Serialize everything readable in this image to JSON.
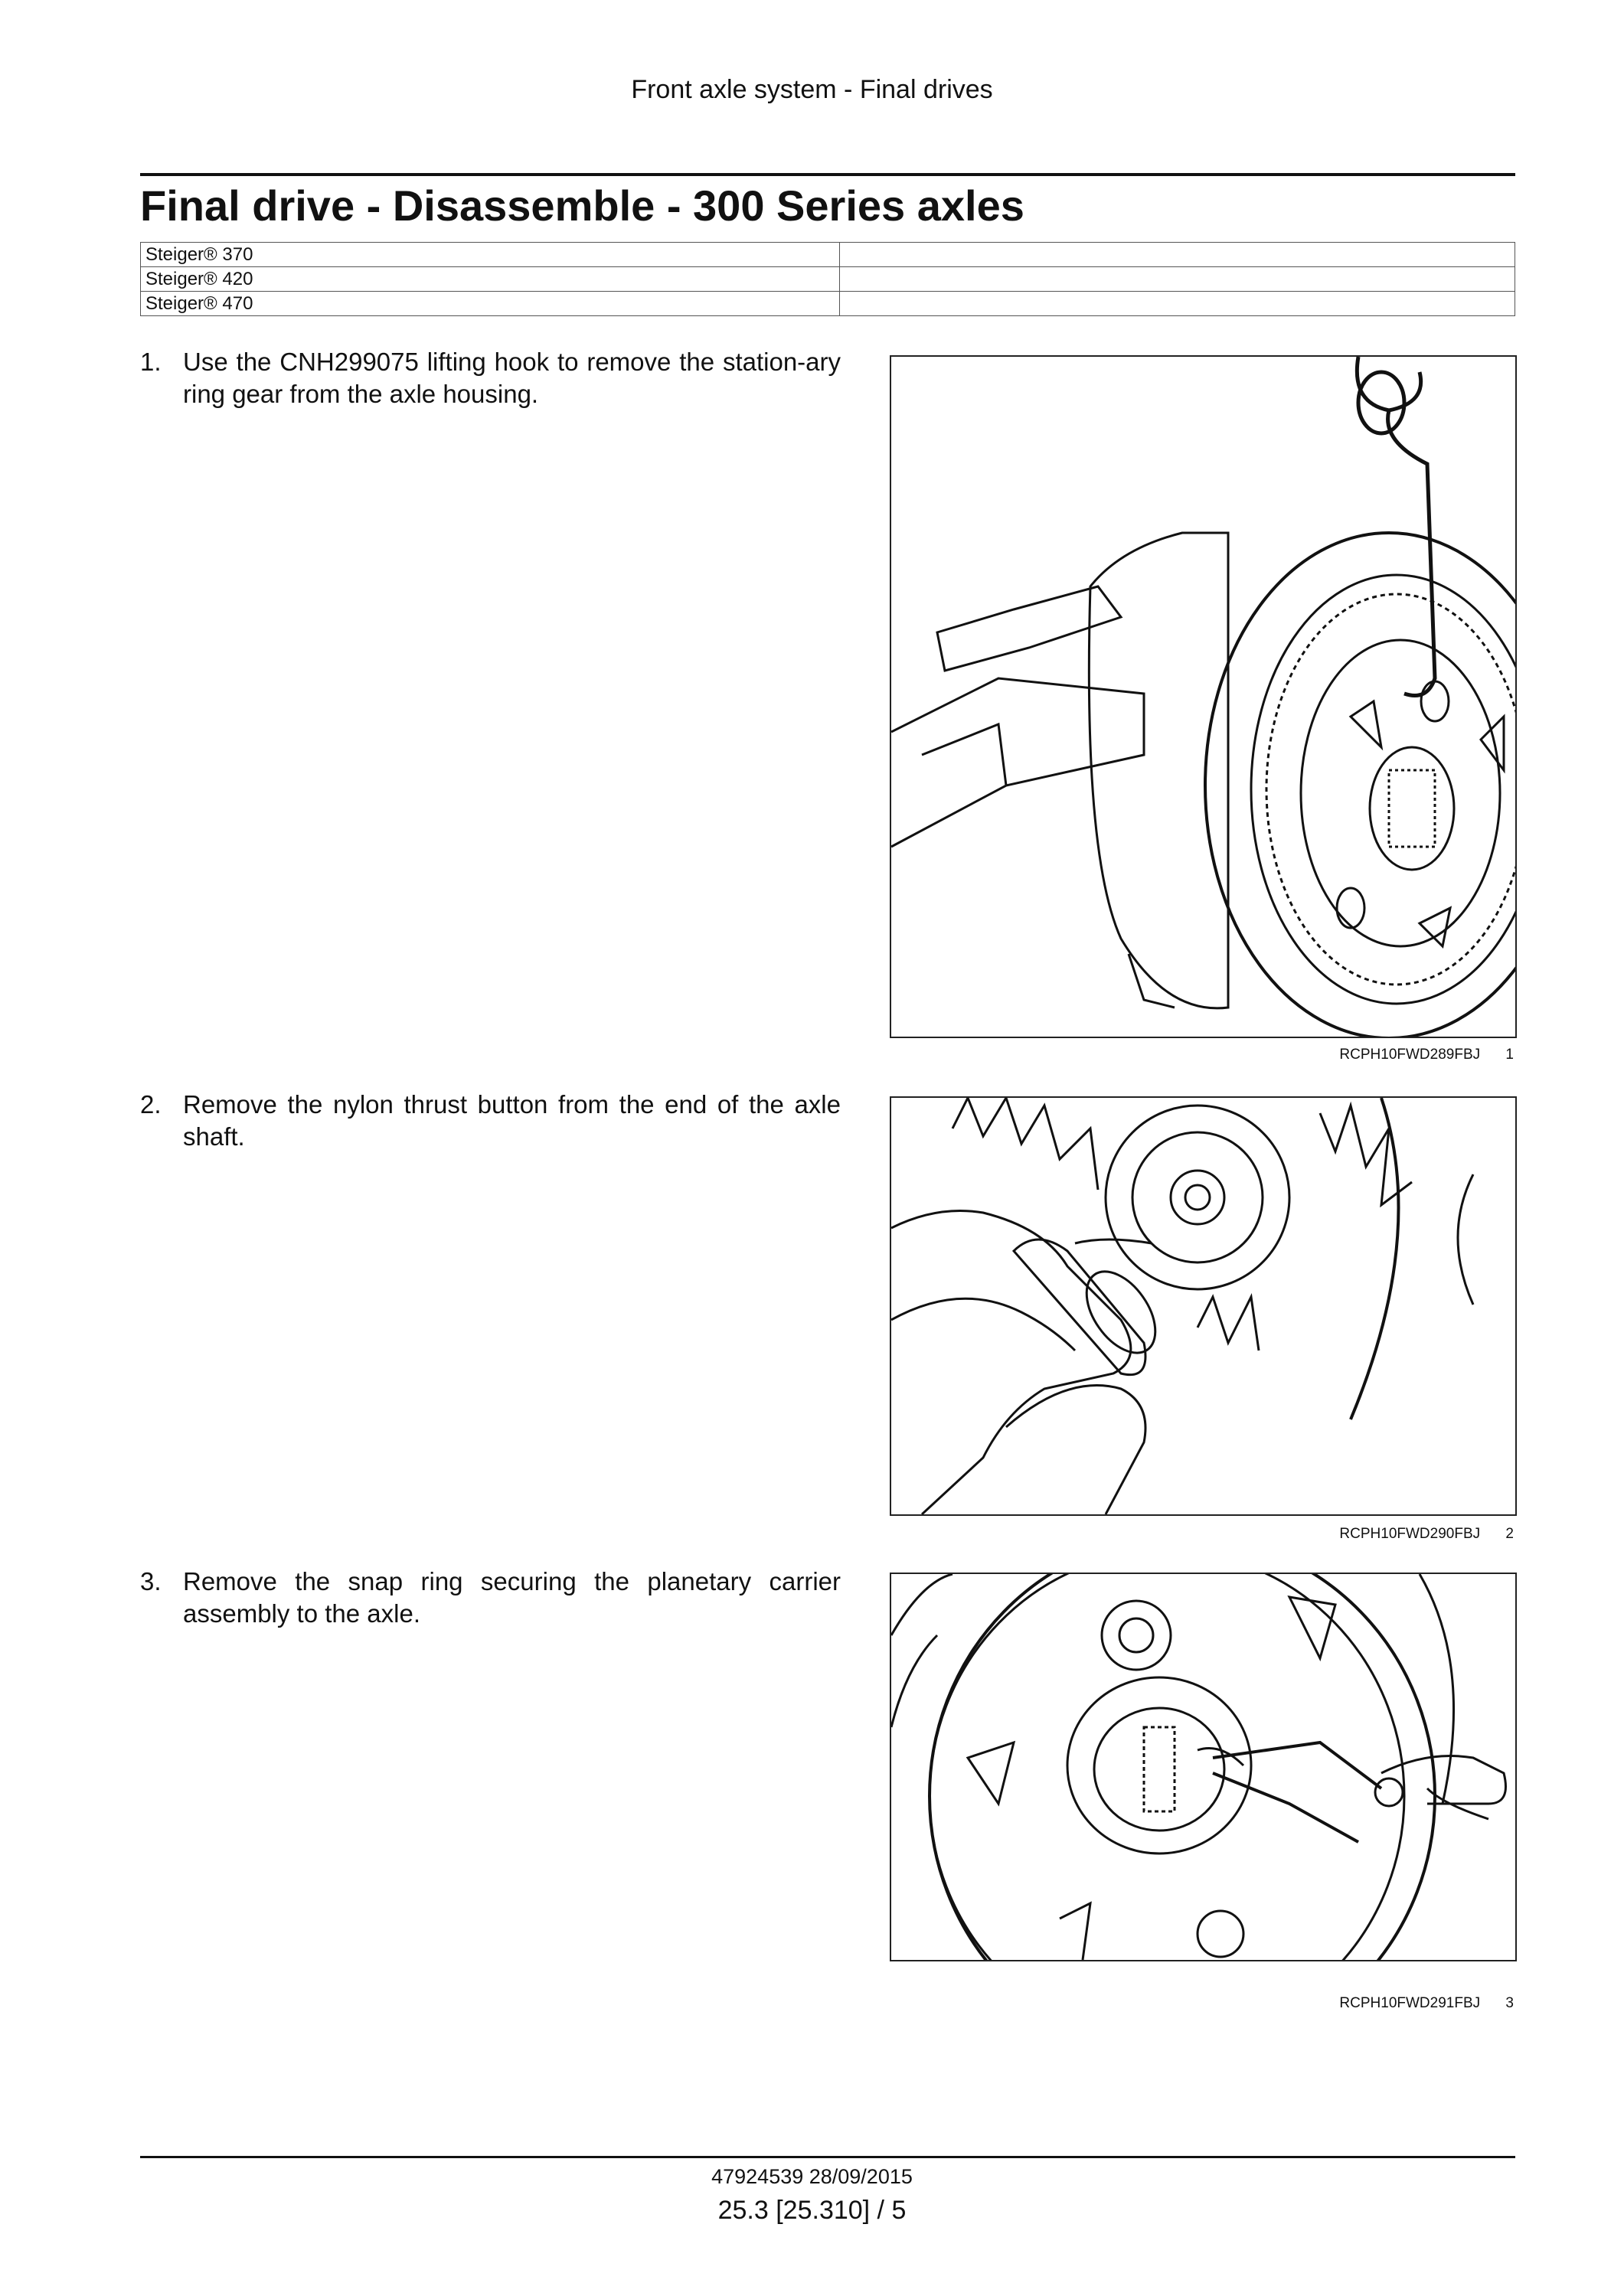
{
  "header": {
    "title": "Front axle system - Final drives"
  },
  "page_title": "Final drive - Disassemble - 300 Series axles",
  "models": [
    "Steiger® 370",
    "Steiger® 420",
    "Steiger® 470"
  ],
  "steps": [
    {
      "number": "1.",
      "text": "Use the CNH299075 lifting hook to remove the station-ary ring gear from the axle housing.",
      "figure_code": "RCPH10FWD289FBJ",
      "figure_number": "1"
    },
    {
      "number": "2.",
      "text": "Remove the nylon thrust button from the end of the axle shaft.",
      "figure_code": "RCPH10FWD290FBJ",
      "figure_number": "2"
    },
    {
      "number": "3.",
      "text": "Remove the snap ring securing the planetary carrier assembly to the axle.",
      "figure_code": "RCPH10FWD291FBJ",
      "figure_number": "3"
    }
  ],
  "footer": {
    "doc_date": "47924539 28/09/2015",
    "page_ref": "25.3 [25.310] / 5"
  }
}
